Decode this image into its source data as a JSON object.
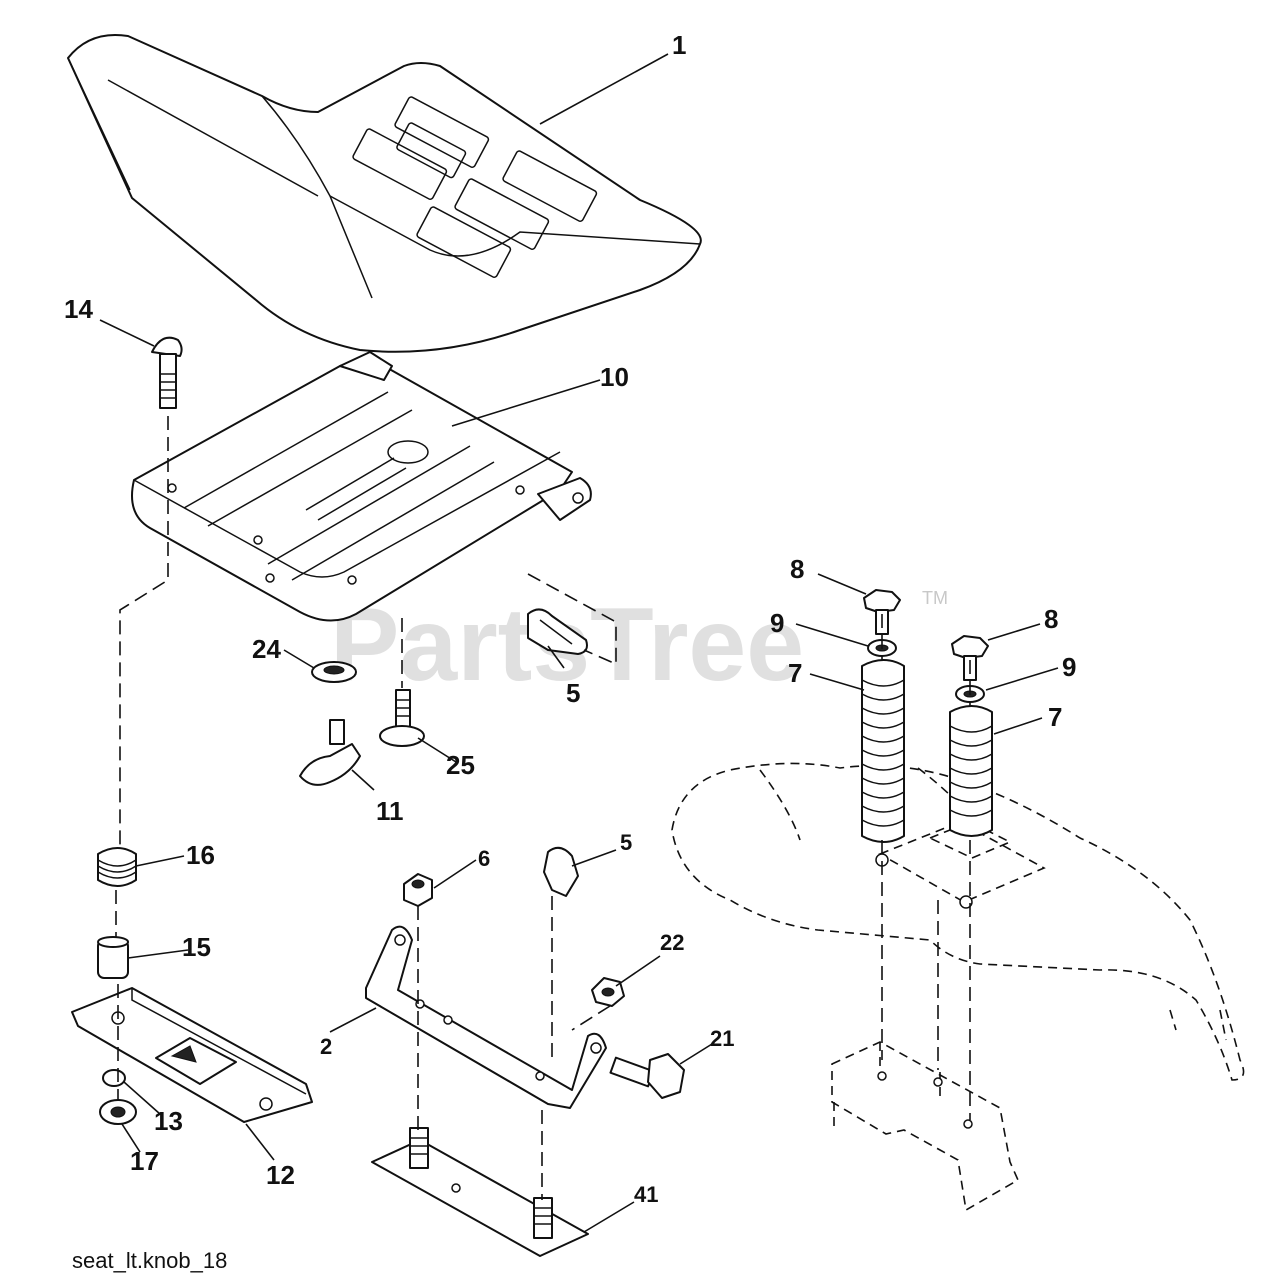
{
  "watermark": {
    "text": "PartsTree",
    "tm": "TM"
  },
  "caption": "seat_lt.knob_18",
  "callouts": {
    "c1": "1",
    "c14": "14",
    "c10": "10",
    "c8a": "8",
    "c8b": "8",
    "c9a": "9",
    "c9b": "9",
    "c7a": "7",
    "c7b": "7",
    "c24": "24",
    "c5a": "5",
    "c5b": "5",
    "c25": "25",
    "c11": "11",
    "c16": "16",
    "c6": "6",
    "c15": "15",
    "c22": "22",
    "c2": "2",
    "c21": "21",
    "c13": "13",
    "c17": "17",
    "c12": "12",
    "c41": "41"
  }
}
